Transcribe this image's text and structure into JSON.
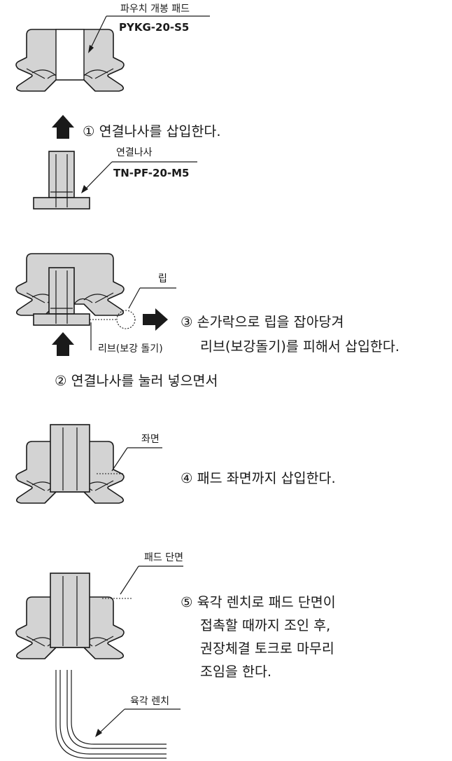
{
  "labels": {
    "pad_name": "파우치 개봉 패드",
    "pad_code": "PYKG-20-S5",
    "connector_name": "연결나사",
    "connector_code": "TN-PF-20-M5",
    "lip": "립",
    "rib": "리브(보강 돌기)",
    "seat_face": "좌면",
    "pad_end_face": "패드 단면",
    "hex_wrench": "육각 렌치"
  },
  "steps": {
    "s1": "① 연결나사를 삽입한다.",
    "s2": "② 연결나사를 눌러 넣으면서",
    "s3_line1": "③ 손가락으로 립을 잡아당겨",
    "s3_line2": "리브(보강돌기)를 피해서 삽입한다.",
    "s4": "④ 패드 좌면까지 삽입한다.",
    "s5_line1": "⑤ 육각 렌치로 패드 단면이",
    "s5_line2": "접촉할 때까지 조인 후,",
    "s5_line3": "권장체결 토크로 마무리",
    "s5_line4": "조임을 한다."
  },
  "icons": [
    "arrow-up-icon",
    "arrow-right-icon"
  ],
  "colors": {
    "part_fill": "#d3d3d3",
    "outline": "#1a1a1a"
  }
}
